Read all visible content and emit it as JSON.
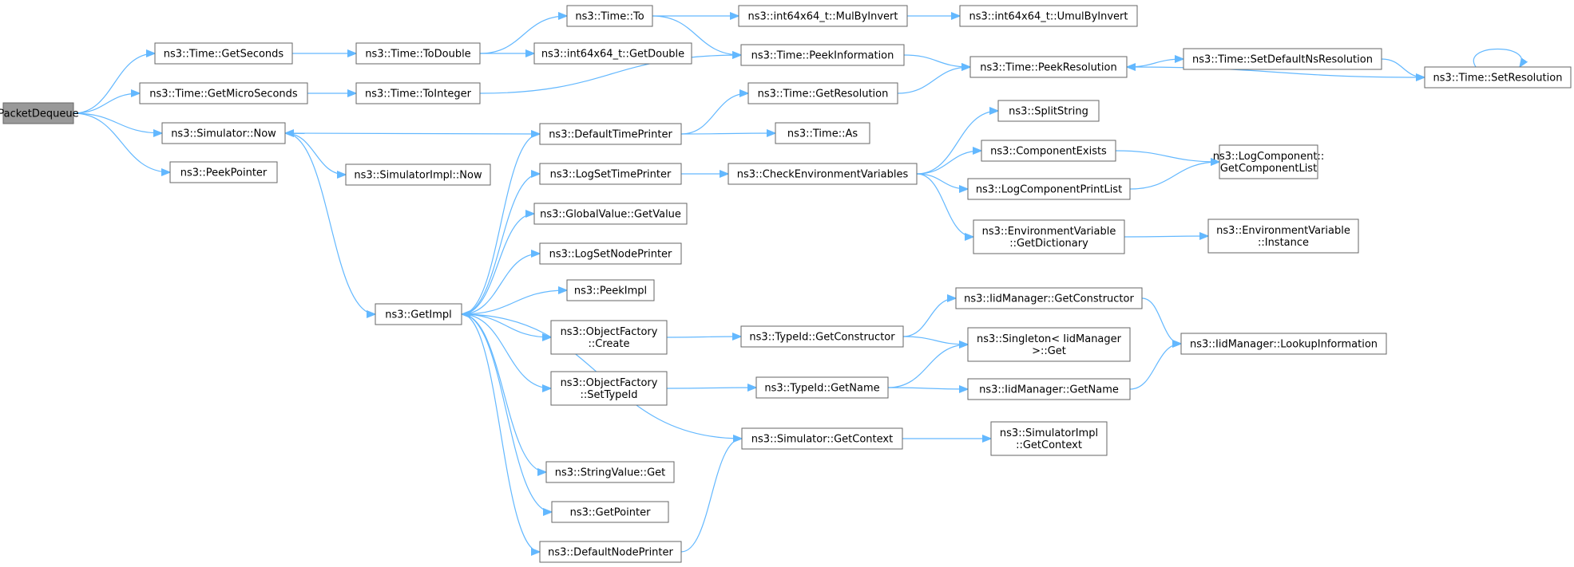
{
  "diagram": {
    "type": "call-graph",
    "nodes": [
      {
        "id": "packetdequeue",
        "lines": [
          "PacketDequeue"
        ],
        "root": true
      },
      {
        "id": "time-getseconds",
        "lines": [
          "ns3::Time::GetSeconds"
        ]
      },
      {
        "id": "time-getmicroseconds",
        "lines": [
          "ns3::Time::GetMicroSeconds"
        ]
      },
      {
        "id": "simulator-now",
        "lines": [
          "ns3::Simulator::Now"
        ]
      },
      {
        "id": "peekpointer",
        "lines": [
          "ns3::PeekPointer"
        ]
      },
      {
        "id": "time-todouble",
        "lines": [
          "ns3::Time::ToDouble"
        ]
      },
      {
        "id": "time-tointeger",
        "lines": [
          "ns3::Time::ToInteger"
        ]
      },
      {
        "id": "simulatorimpl-now",
        "lines": [
          "ns3::SimulatorImpl::Now"
        ]
      },
      {
        "id": "getimpl",
        "lines": [
          "ns3::GetImpl"
        ]
      },
      {
        "id": "time-to",
        "lines": [
          "ns3::Time::To"
        ]
      },
      {
        "id": "int64-getdouble",
        "lines": [
          "ns3::int64x64_t::GetDouble"
        ]
      },
      {
        "id": "defaulttimeprinter",
        "lines": [
          "ns3::DefaultTimePrinter"
        ]
      },
      {
        "id": "logsettimeprinter",
        "lines": [
          "ns3::LogSetTimePrinter"
        ]
      },
      {
        "id": "globalvalue-getvalue",
        "lines": [
          "ns3::GlobalValue::GetValue"
        ]
      },
      {
        "id": "logsetnodeprinter",
        "lines": [
          "ns3::LogSetNodePrinter"
        ]
      },
      {
        "id": "peekimpl",
        "lines": [
          "ns3::PeekImpl"
        ]
      },
      {
        "id": "objectfactory-create",
        "lines": [
          "ns3::ObjectFactory",
          "::Create"
        ]
      },
      {
        "id": "objectfactory-settypeid",
        "lines": [
          "ns3::ObjectFactory",
          "::SetTypeId"
        ]
      },
      {
        "id": "stringvalue-get",
        "lines": [
          "ns3::StringValue::Get"
        ]
      },
      {
        "id": "getpointer",
        "lines": [
          "ns3::GetPointer"
        ]
      },
      {
        "id": "defaultnodeprinter",
        "lines": [
          "ns3::DefaultNodePrinter"
        ]
      },
      {
        "id": "int64-mulbyinvert",
        "lines": [
          "ns3::int64x64_t::MulByInvert"
        ]
      },
      {
        "id": "time-peekinformation",
        "lines": [
          "ns3::Time::PeekInformation"
        ]
      },
      {
        "id": "time-getresolution",
        "lines": [
          "ns3::Time::GetResolution"
        ]
      },
      {
        "id": "time-as",
        "lines": [
          "ns3::Time::As"
        ]
      },
      {
        "id": "checkenvvars",
        "lines": [
          "ns3::CheckEnvironmentVariables"
        ]
      },
      {
        "id": "typeid-getconstructor",
        "lines": [
          "ns3::TypeId::GetConstructor"
        ]
      },
      {
        "id": "typeid-getname",
        "lines": [
          "ns3::TypeId::GetName"
        ]
      },
      {
        "id": "simulator-getcontext",
        "lines": [
          "ns3::Simulator::GetContext"
        ]
      },
      {
        "id": "int64-umulbyinvert",
        "lines": [
          "ns3::int64x64_t::UmulByInvert"
        ]
      },
      {
        "id": "time-peekresolution",
        "lines": [
          "ns3::Time::PeekResolution"
        ]
      },
      {
        "id": "splitstring",
        "lines": [
          "ns3::SplitString"
        ]
      },
      {
        "id": "componentexists",
        "lines": [
          "ns3::ComponentExists"
        ]
      },
      {
        "id": "logcomponentprintlist",
        "lines": [
          "ns3::LogComponentPrintList"
        ]
      },
      {
        "id": "envvar-getdictionary",
        "lines": [
          "ns3::EnvironmentVariable",
          "::GetDictionary"
        ]
      },
      {
        "id": "iidmanager-getconstructor",
        "lines": [
          "ns3::IidManager::GetConstructor"
        ]
      },
      {
        "id": "singleton-get",
        "lines": [
          "ns3::Singleton< IidManager",
          ">::Get"
        ]
      },
      {
        "id": "iidmanager-getname",
        "lines": [
          "ns3::IidManager::GetName"
        ]
      },
      {
        "id": "simulatorimpl-getcontext",
        "lines": [
          "ns3::SimulatorImpl",
          "::GetContext"
        ]
      },
      {
        "id": "time-setdefaultnsresolution",
        "lines": [
          "ns3::Time::SetDefaultNsResolution"
        ]
      },
      {
        "id": "time-setresolution",
        "lines": [
          "ns3::Time::SetResolution"
        ]
      },
      {
        "id": "logcomponent-getcomponentlist",
        "lines": [
          "ns3::LogComponent::",
          "GetComponentList"
        ]
      },
      {
        "id": "envvar-instance",
        "lines": [
          "ns3::EnvironmentVariable",
          "::Instance"
        ]
      },
      {
        "id": "iidmanager-lookupinformation",
        "lines": [
          "ns3::IidManager::LookupInformation"
        ]
      }
    ],
    "edges": [
      [
        "packetdequeue",
        "time-getseconds"
      ],
      [
        "packetdequeue",
        "time-getmicroseconds"
      ],
      [
        "packetdequeue",
        "simulator-now"
      ],
      [
        "packetdequeue",
        "peekpointer"
      ],
      [
        "time-getseconds",
        "time-todouble"
      ],
      [
        "time-getmicroseconds",
        "time-tointeger"
      ],
      [
        "simulator-now",
        "simulatorimpl-now"
      ],
      [
        "simulator-now",
        "getimpl"
      ],
      [
        "time-todouble",
        "time-to"
      ],
      [
        "time-todouble",
        "int64-getdouble"
      ],
      [
        "time-to",
        "int64-mulbyinvert"
      ],
      [
        "time-to",
        "time-peekinformation"
      ],
      [
        "int64-mulbyinvert",
        "int64-umulbyinvert"
      ],
      [
        "time-tointeger",
        "time-peekinformation"
      ],
      [
        "time-peekinformation",
        "time-peekresolution"
      ],
      [
        "time-peekresolution",
        "time-setdefaultnsresolution"
      ],
      [
        "time-setdefaultnsresolution",
        "time-setresolution"
      ],
      [
        "time-setresolution",
        "time-peekresolution"
      ],
      [
        "time-setresolution",
        "time-setresolution"
      ],
      [
        "getimpl",
        "defaulttimeprinter"
      ],
      [
        "getimpl",
        "logsettimeprinter"
      ],
      [
        "getimpl",
        "globalvalue-getvalue"
      ],
      [
        "getimpl",
        "logsetnodeprinter"
      ],
      [
        "getimpl",
        "peekimpl"
      ],
      [
        "getimpl",
        "objectfactory-create"
      ],
      [
        "getimpl",
        "objectfactory-settypeid"
      ],
      [
        "getimpl",
        "stringvalue-get"
      ],
      [
        "getimpl",
        "getpointer"
      ],
      [
        "getimpl",
        "defaultnodeprinter"
      ],
      [
        "defaulttimeprinter",
        "simulator-now"
      ],
      [
        "defaulttimeprinter",
        "time-getresolution"
      ],
      [
        "defaulttimeprinter",
        "time-as"
      ],
      [
        "time-getresolution",
        "time-peekresolution"
      ],
      [
        "logsettimeprinter",
        "checkenvvars"
      ],
      [
        "checkenvvars",
        "splitstring"
      ],
      [
        "checkenvvars",
        "componentexists"
      ],
      [
        "checkenvvars",
        "logcomponentprintlist"
      ],
      [
        "checkenvvars",
        "envvar-getdictionary"
      ],
      [
        "componentexists",
        "logcomponent-getcomponentlist"
      ],
      [
        "logcomponentprintlist",
        "logcomponent-getcomponentlist"
      ],
      [
        "envvar-getdictionary",
        "envvar-instance"
      ],
      [
        "objectfactory-create",
        "typeid-getconstructor"
      ],
      [
        "objectfactory-settypeid",
        "typeid-getname"
      ],
      [
        "typeid-getconstructor",
        "iidmanager-getconstructor"
      ],
      [
        "typeid-getconstructor",
        "singleton-get"
      ],
      [
        "typeid-getname",
        "singleton-get"
      ],
      [
        "typeid-getname",
        "iidmanager-getname"
      ],
      [
        "iidmanager-getconstructor",
        "iidmanager-lookupinformation"
      ],
      [
        "iidmanager-getname",
        "iidmanager-lookupinformation"
      ],
      [
        "defaultnodeprinter",
        "simulator-getcontext"
      ],
      [
        "simulator-getcontext",
        "getimpl"
      ],
      [
        "simulator-getcontext",
        "simulatorimpl-getcontext"
      ]
    ]
  }
}
